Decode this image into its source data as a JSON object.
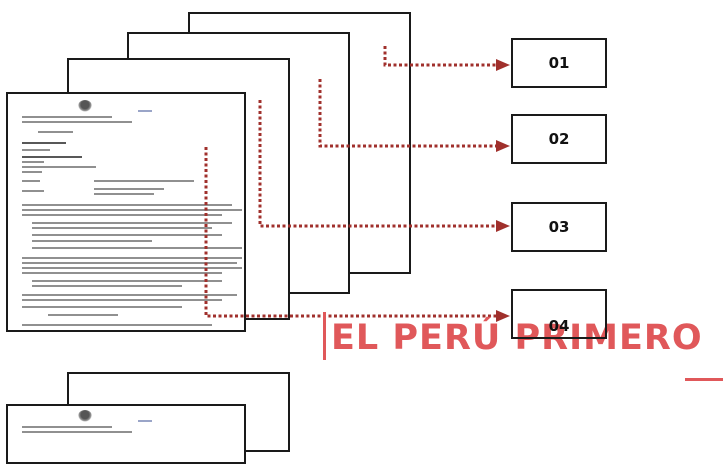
{
  "labels": {
    "box1": "01",
    "box2": "02",
    "box3": "03",
    "box4": "04"
  },
  "logo": {
    "text": "EL PERÚ PRIMERO",
    "color": "#e0585a"
  },
  "colors": {
    "arrow": "#a0302c",
    "border": "#1a1a1a"
  }
}
